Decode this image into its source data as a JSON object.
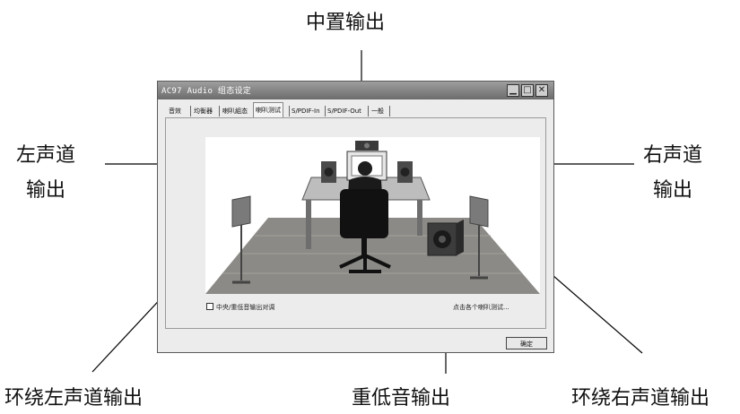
{
  "callouts": {
    "center": "中置输出",
    "left_line1": "左声道",
    "left_line2": "输出",
    "right_line1": "右声道",
    "right_line2": "输出",
    "surround_left": "环绕左声道输出",
    "subwoofer": "重低音输出",
    "surround_right": "环绕右声道输出"
  },
  "window": {
    "title": "AC97 Audio 组态设定",
    "tabs": [
      {
        "label": "音效"
      },
      {
        "label": "均衡器"
      },
      {
        "label": "喇叭組态"
      },
      {
        "label": "喇叭测试"
      },
      {
        "label": "S/PDIF-In"
      },
      {
        "label": "S/PDIF-Out"
      },
      {
        "label": "一般"
      }
    ],
    "active_tab": "喇叭测试",
    "checkbox_label": "中央/重低音输出对调",
    "hint": "点击各个喇叭测试...",
    "ok_label": "确定"
  },
  "colors": {
    "floor": "#8a8a8a",
    "wall": "#ffffff",
    "speaker": "#7a7a7a",
    "titlebar": "#7d7d7d"
  }
}
